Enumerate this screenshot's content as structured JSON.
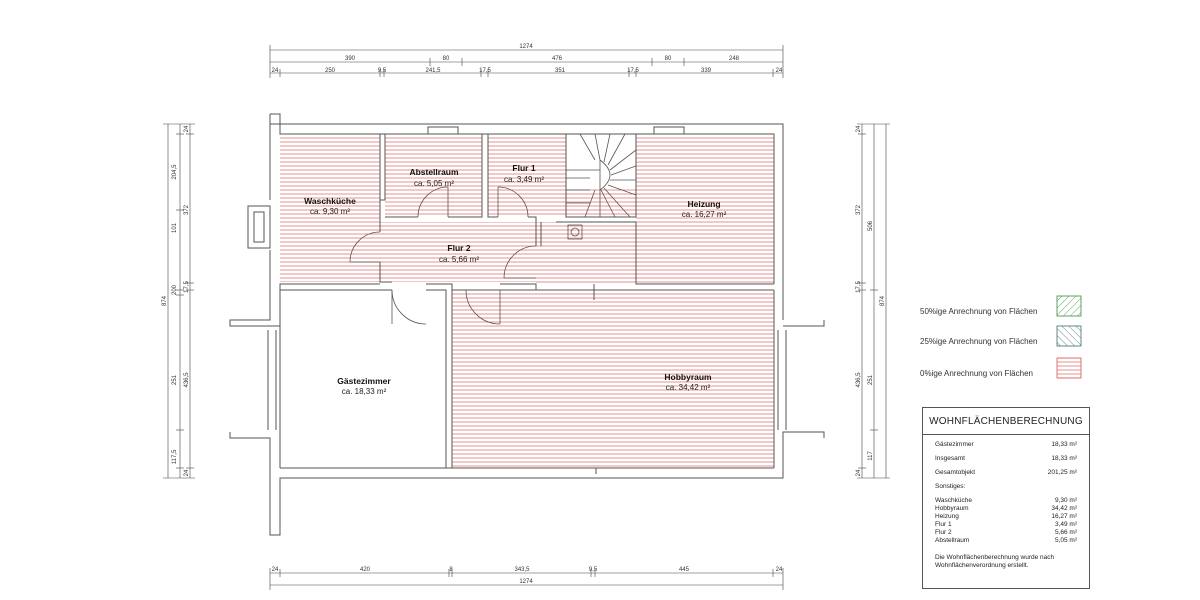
{
  "dimensions": {
    "top_total": "1274",
    "top_row1": [
      "390",
      "80",
      "476",
      "80",
      "248"
    ],
    "top_row2": [
      "24",
      "250",
      "9,5",
      "241,5",
      "17,5",
      "351",
      "17,5",
      "339",
      "24"
    ],
    "bottom_row1": [
      "24",
      "420",
      "8",
      "343,5",
      "9,5",
      "445",
      "24"
    ],
    "bottom_total": "1274",
    "left_outer": [
      "24",
      "204,5",
      "372",
      "101",
      "200",
      "17,5",
      "251",
      "436,5",
      "117,5",
      "24"
    ],
    "left_total": "874",
    "right_outer": [
      "24",
      "372",
      "506",
      "17,5",
      "436,5",
      "251",
      "117",
      "24"
    ],
    "right_total": "874"
  },
  "rooms": {
    "waschkueche": {
      "name": "Waschküche",
      "area": "ca. 9,30 m²"
    },
    "abstellraum": {
      "name": "Abstellraum",
      "area": "ca. 5,05 m²"
    },
    "flur1": {
      "name": "Flur 1",
      "area": "ca. 3,49 m²"
    },
    "heizung": {
      "name": "Heizung",
      "area": "ca. 16,27 m²"
    },
    "flur2": {
      "name": "Flur 2",
      "area": "ca. 5,66 m²"
    },
    "gaestezimmer": {
      "name": "Gästezimmer",
      "area": "ca. 18,33 m²"
    },
    "hobbyraum": {
      "name": "Hobbyraum",
      "area": "ca. 34,42 m²"
    }
  },
  "legend": [
    {
      "label": "50%ige Anrechnung von Flächen",
      "color": "#3a8a3a"
    },
    {
      "label": "25%ige Anrechnung von Flächen",
      "color": "#3a6a70"
    },
    {
      "label": "0%ige Anrechnung von Flächen",
      "color": "#d9534f"
    }
  ],
  "calc": {
    "title": "WOHNFLÄCHENBERECHNUNG",
    "gaestezimmer": {
      "label": "Gästezimmer",
      "value": "18,33 m²"
    },
    "insgesamt": {
      "label": "Insgesamt",
      "value": "18,33 m²"
    },
    "gesamtobjekt": {
      "label": "Gesamtobjekt",
      "value": "201,25 m²"
    },
    "sonstiges": "Sonstiges:",
    "items": [
      {
        "label": "Waschküche",
        "value": "9,30 m²"
      },
      {
        "label": "Hobbyraum",
        "value": "34,42 m²"
      },
      {
        "label": "Heizung",
        "value": "16,27 m²"
      },
      {
        "label": "Flur 1",
        "value": "3,49 m²"
      },
      {
        "label": "Flur 2",
        "value": "5,66 m²"
      },
      {
        "label": "Abstellraum",
        "value": "5,05 m²"
      }
    ],
    "note_line1": "Die Wohnflächenberechnung wurde nach",
    "note_line2": "Wohnflächenverordnung erstellt."
  },
  "colors": {
    "wall": "#555555",
    "hatch_zero": "#e06060"
  }
}
